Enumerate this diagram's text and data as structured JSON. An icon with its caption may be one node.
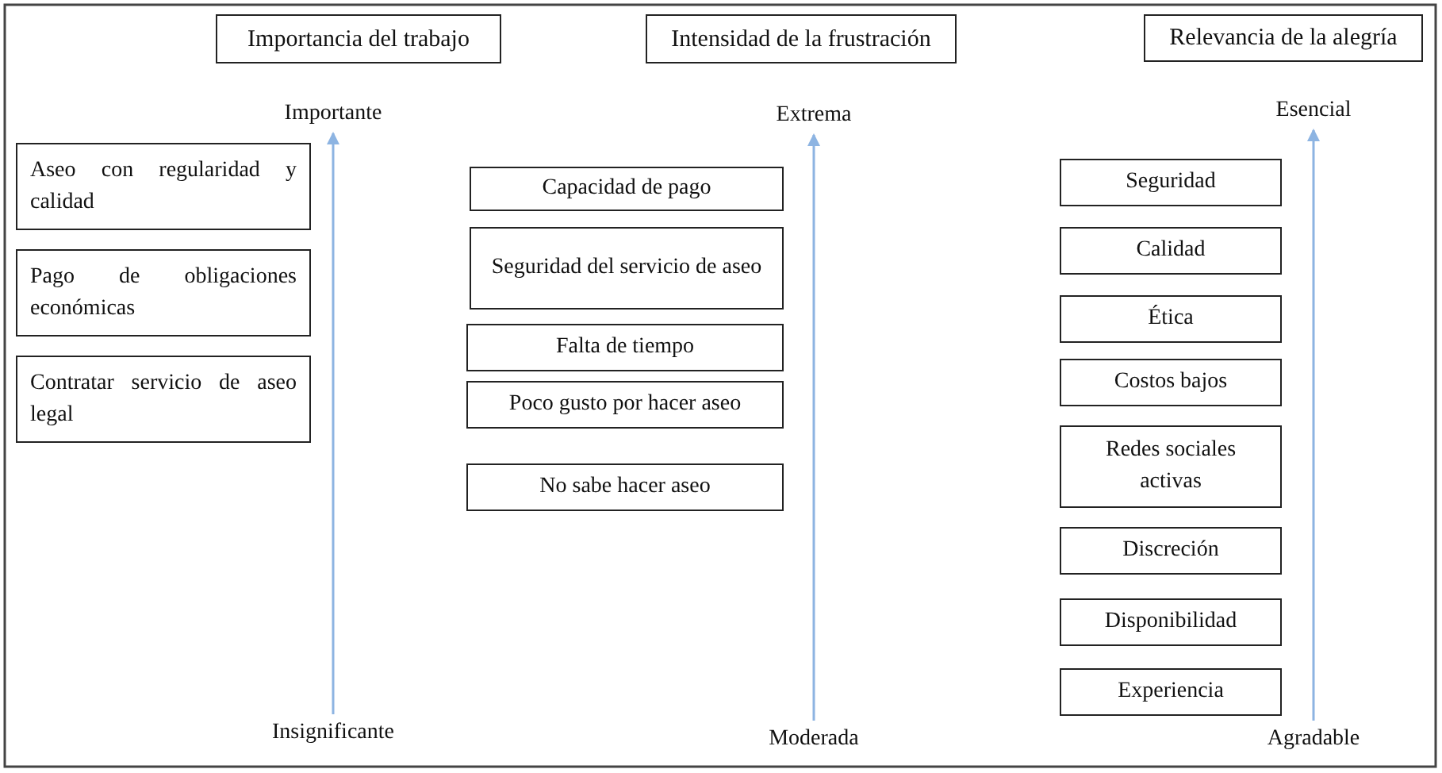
{
  "diagram": {
    "nodes": [
      {
        "text": [
          "Importancia del trabajo"
        ]
      },
      {
        "text": [
          "Importante"
        ]
      },
      {
        "text": [
          "Aseo con regularidad y calidad"
        ]
      },
      {
        "text": [
          "Pago de obligaciones económicas"
        ]
      },
      {
        "text": [
          "Contratar servicio de aseo legal"
        ]
      },
      {
        "text": [
          "Insignificante"
        ]
      },
      {
        "text": [
          "Intensidad de la frustración"
        ]
      },
      {
        "text": [
          "Extrema"
        ]
      },
      {
        "text": [
          "Capacidad de pago"
        ]
      },
      {
        "text": [
          "Seguridad del servicio de aseo"
        ]
      },
      {
        "text": [
          "Falta de tiempo"
        ]
      },
      {
        "text": [
          "Poco gusto por hacer aseo"
        ]
      },
      {
        "text": [
          "No sabe hacer aseo"
        ]
      },
      {
        "text": [
          "Moderada"
        ]
      },
      {
        "text": [
          "Relevancia de la alegría"
        ]
      },
      {
        "text": [
          "Esencial"
        ]
      },
      {
        "text": [
          "Seguridad"
        ]
      },
      {
        "text": [
          "Calidad"
        ]
      },
      {
        "text": [
          "Ética"
        ]
      },
      {
        "text": [
          "Costos bajos"
        ]
      },
      {
        "text": [
          "Redes sociales activas"
        ]
      },
      {
        "text": [
          "Discreción"
        ]
      },
      {
        "text": [
          "Disponibilidad"
        ]
      },
      {
        "text": [
          "Experiencia"
        ]
      },
      {
        "text": [
          "Agradable"
        ]
      }
    ],
    "edges": [
      {
        "from": 5,
        "to": 1,
        "arrow": "to"
      },
      {
        "from": 13,
        "to": 7,
        "arrow": "to"
      },
      {
        "from": 24,
        "to": 15,
        "arrow": "to"
      }
    ]
  }
}
